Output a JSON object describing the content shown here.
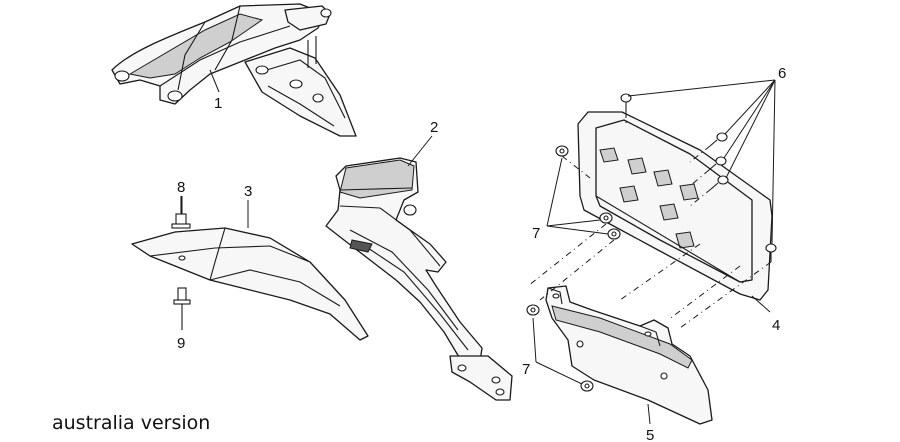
{
  "caption": "australia version",
  "callouts": {
    "p1": "1",
    "p2": "2",
    "p3": "3",
    "p4": "4",
    "p5": "5",
    "p6": "6",
    "p7a": "7",
    "p7b": "7",
    "p8": "8",
    "p9": "9"
  }
}
